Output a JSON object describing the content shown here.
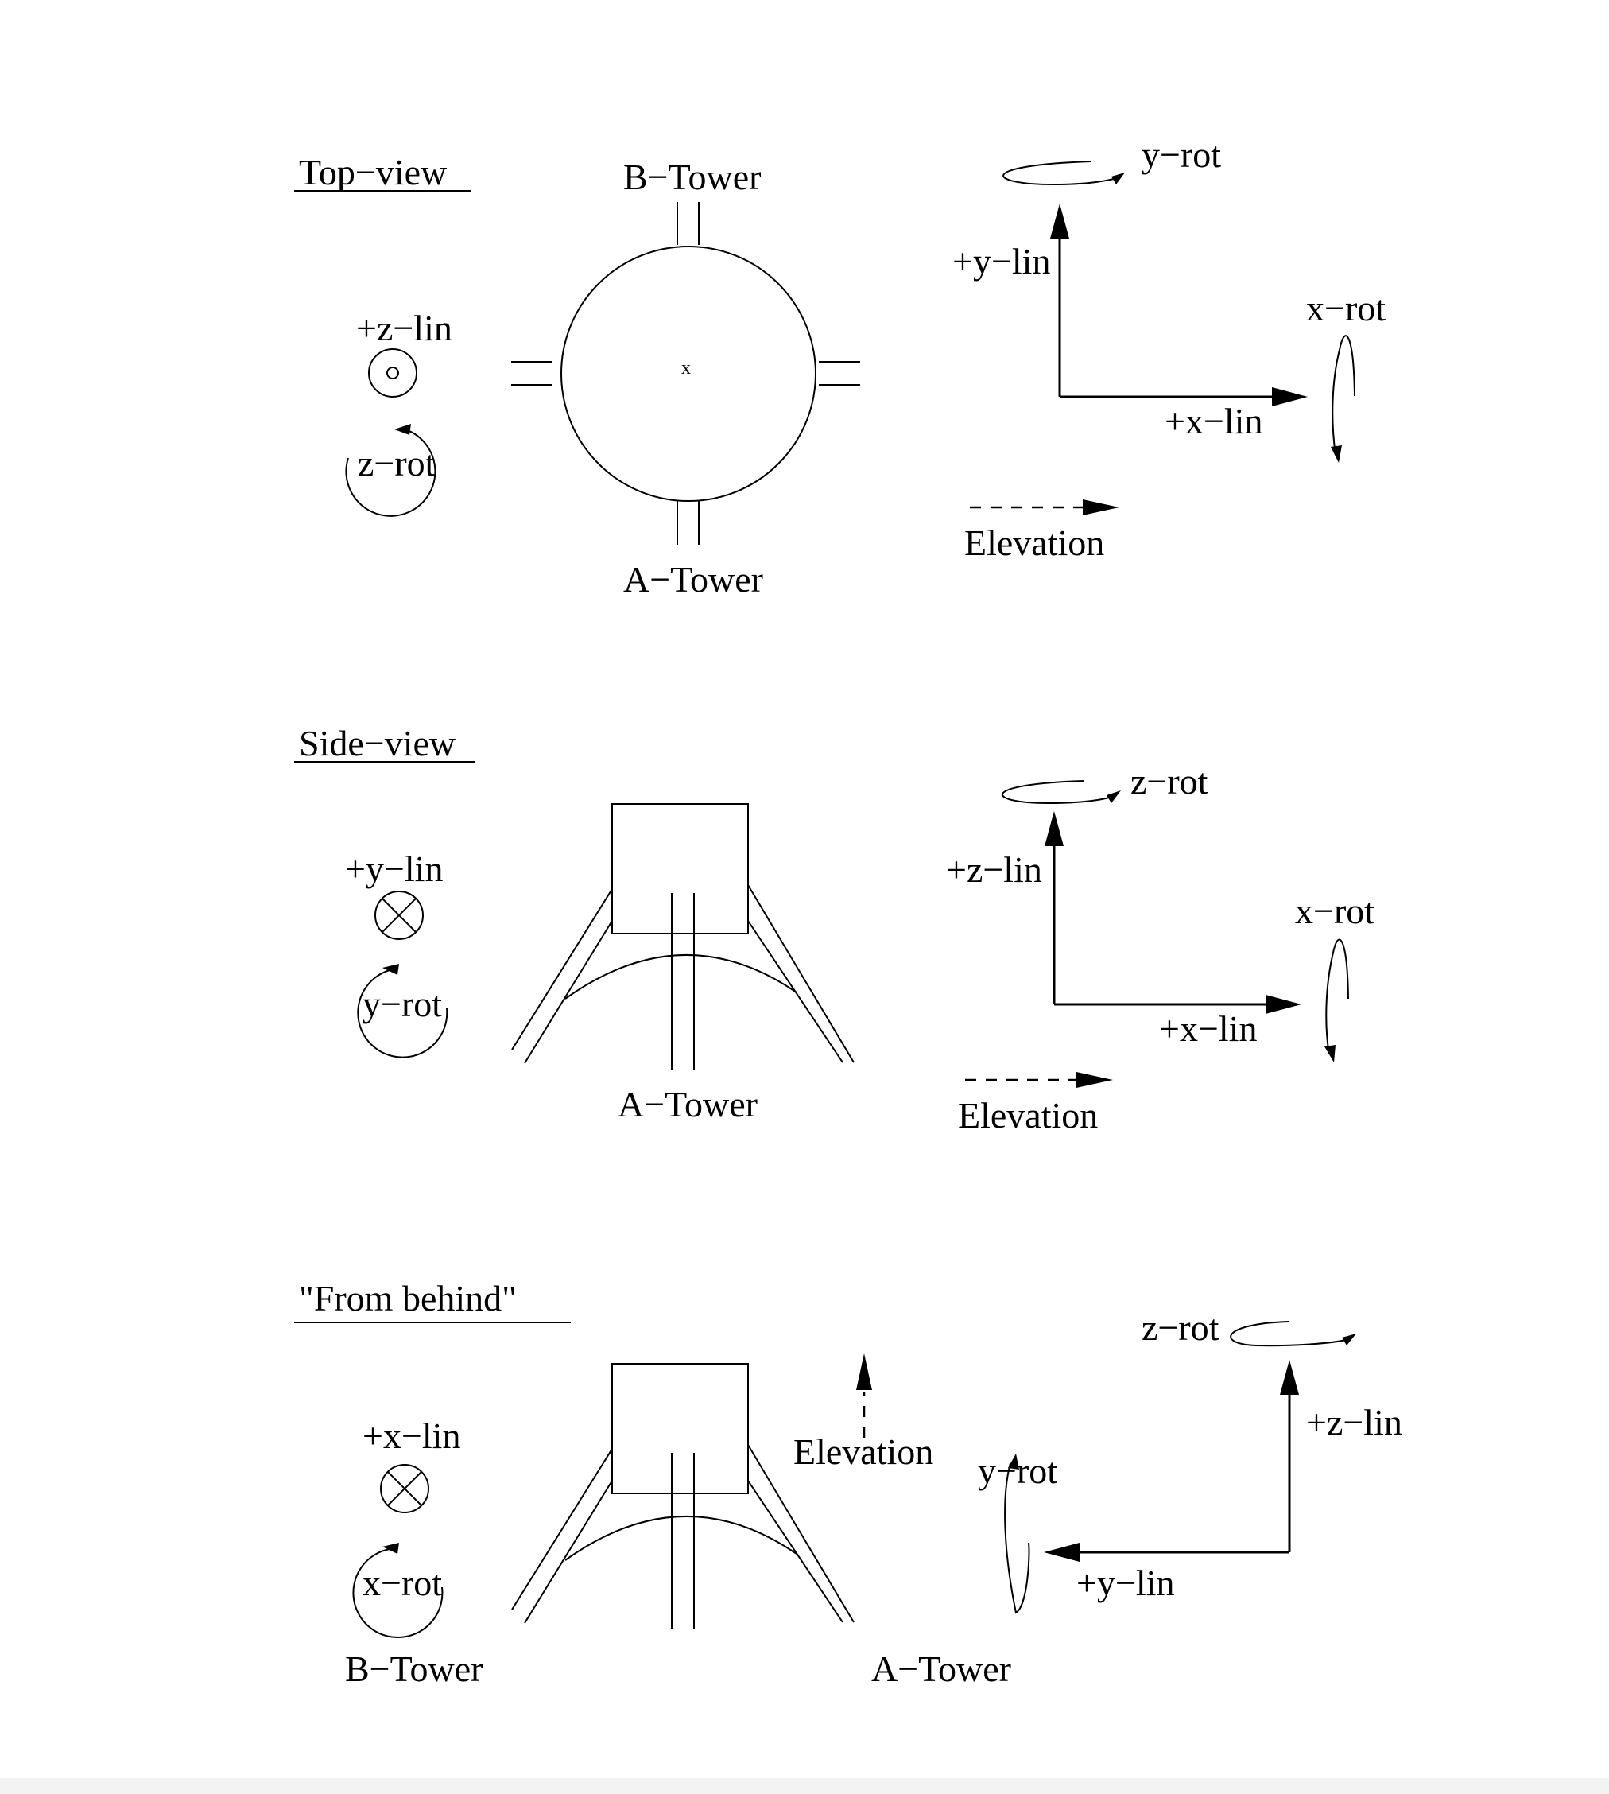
{
  "top_view": {
    "title": "Top−view",
    "tower_top": "B−Tower",
    "tower_bottom": "A−Tower",
    "center_mark": "x",
    "z_lin": "+z−lin",
    "z_rot": "z−rot",
    "axes": {
      "y_rot": "y−rot",
      "y_lin": "+y−lin",
      "x_rot": "x−rot",
      "x_lin": "+x−lin",
      "elevation": "Elevation"
    }
  },
  "side_view": {
    "title": "Side−view",
    "tower": "A−Tower",
    "y_lin": "+y−lin",
    "y_rot": "y−rot",
    "axes": {
      "z_rot": "z−rot",
      "z_lin": "+z−lin",
      "x_rot": "x−rot",
      "x_lin": "+x−lin",
      "elevation": "Elevation"
    }
  },
  "behind_view": {
    "title": "\"From behind\"",
    "tower_left": "B−Tower",
    "tower_right": "A−Tower",
    "x_lin": "+x−lin",
    "x_rot": "x−rot",
    "elevation": "Elevation",
    "axes": {
      "z_rot": "z−rot",
      "z_lin": "+z−lin",
      "y_rot": "y−rot",
      "y_lin": "+y−lin"
    }
  }
}
